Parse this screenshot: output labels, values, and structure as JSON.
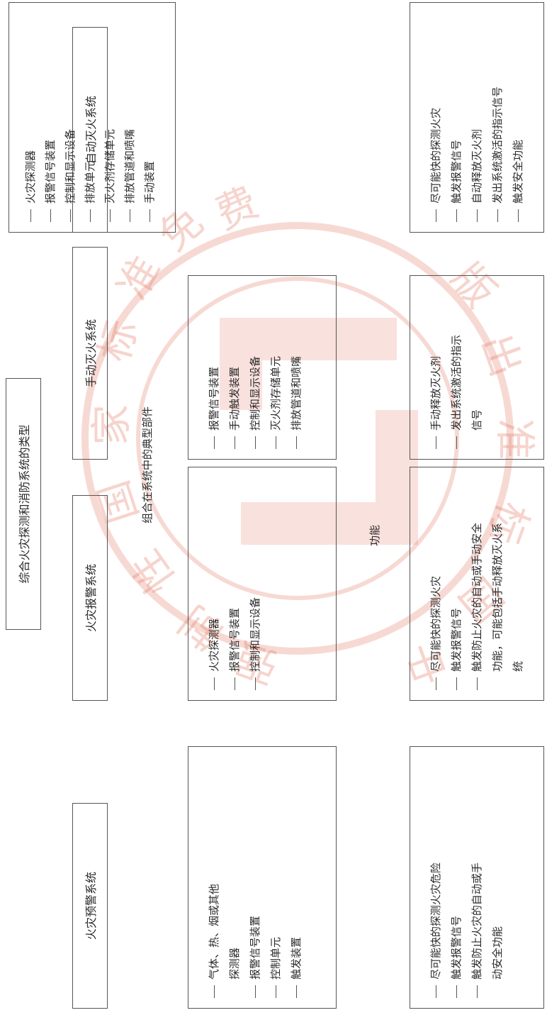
{
  "root_title": "综合火灾探测和消防系统的类型",
  "columns": [
    {
      "title": "火灾预警系统",
      "components": [
        "气体、热、烟或其他探测器",
        "报警信号装置",
        "控制单元",
        "触发装置"
      ],
      "functions": [
        "尽可能快的探测火灾危险",
        "触发报警信号",
        "触发防止火灾的自动或手动安全功能"
      ]
    },
    {
      "title": "火灾报警系统",
      "components": [
        "火灾探测器",
        "报警信号装置",
        "控制和显示设备"
      ],
      "functions": [
        "尽可能快的探测火灾",
        "触发报警信号",
        "触发防止火灾的自动或手动安全功能，可能包括手动释放灭火系统"
      ]
    },
    {
      "title": "手动灭火系统",
      "components": [
        "报警信号装置",
        "手动触发装置",
        "控制和显示设备",
        "灭火剂存储单元",
        "排放管道和喷嘴"
      ],
      "functions": [
        "手动释放灭火剂",
        "发出系统激活的指示信号"
      ]
    },
    {
      "title": "自动灭火系统",
      "components": [
        "火灾探测器",
        "报警信号装置",
        "控制和显示设备",
        "排放单元",
        "灭火剂存储单元",
        "排放管道和喷嘴",
        "手动装置"
      ],
      "functions": [
        "尽可能快的探测火灾",
        "触发报警信号",
        "自动释放灭火剂",
        "发出系统激活的指示信号",
        "触发安全功能"
      ]
    }
  ],
  "components_label": "组合在系统中的典型部件",
  "functions_label": "功能",
  "watermark": [
    "强",
    "制",
    "性",
    "国",
    "家",
    "标",
    "准",
    "免",
    "费",
    "中",
    "国",
    "标",
    "准",
    "出",
    "版",
    "社"
  ]
}
